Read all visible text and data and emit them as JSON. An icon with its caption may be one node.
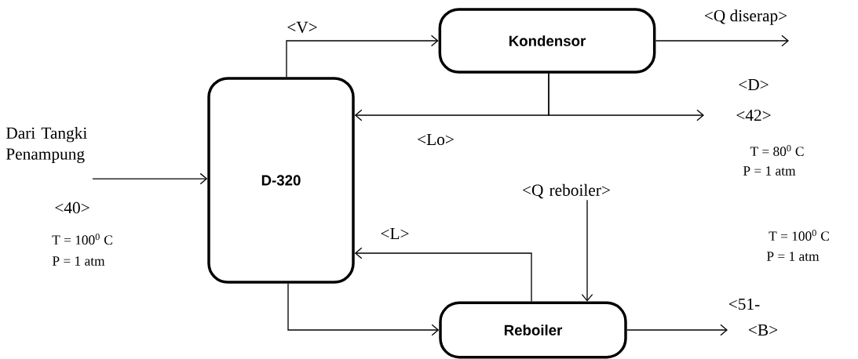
{
  "diagram": {
    "nodes": [
      {
        "text": [
          "Dari Tangki Penampung"
        ]
      },
      {
        "text": [
          "D-320"
        ]
      },
      {
        "text": [
          "Kondensor"
        ]
      },
      {
        "text": [
          "Reboiler"
        ]
      },
      {
        "text": [
          "<Q reboiler>"
        ]
      }
    ],
    "edges": [
      {
        "from": 0,
        "to": 1,
        "arrow": "to"
      },
      {
        "from": 1,
        "to": 2,
        "arrow": "to",
        "label": "<V>"
      },
      {
        "from": 2,
        "to": null,
        "arrow": "to",
        "label": "<Q diserap>"
      },
      {
        "from": 2,
        "to": 1,
        "arrow": "to",
        "label": "<Lo>"
      },
      {
        "from": 2,
        "to": null,
        "arrow": "to"
      },
      {
        "from": 1,
        "to": 3,
        "arrow": "to"
      },
      {
        "from": 3,
        "to": 1,
        "arrow": "to",
        "label": "<L>"
      },
      {
        "from": 4,
        "to": 3,
        "arrow": "to"
      },
      {
        "from": 3,
        "to": null,
        "arrow": "to"
      }
    ],
    "labels": [
      "<40>",
      "T = 100$^{0}$ C",
      "P = 1 atm",
      "<D>",
      "<42>",
      "T = 80$^{0}$ C",
      "P = 1 atm",
      "T = 100$^{0}$ C",
      "P = 1 atm",
      "<51-",
      "<B>"
    ]
  }
}
